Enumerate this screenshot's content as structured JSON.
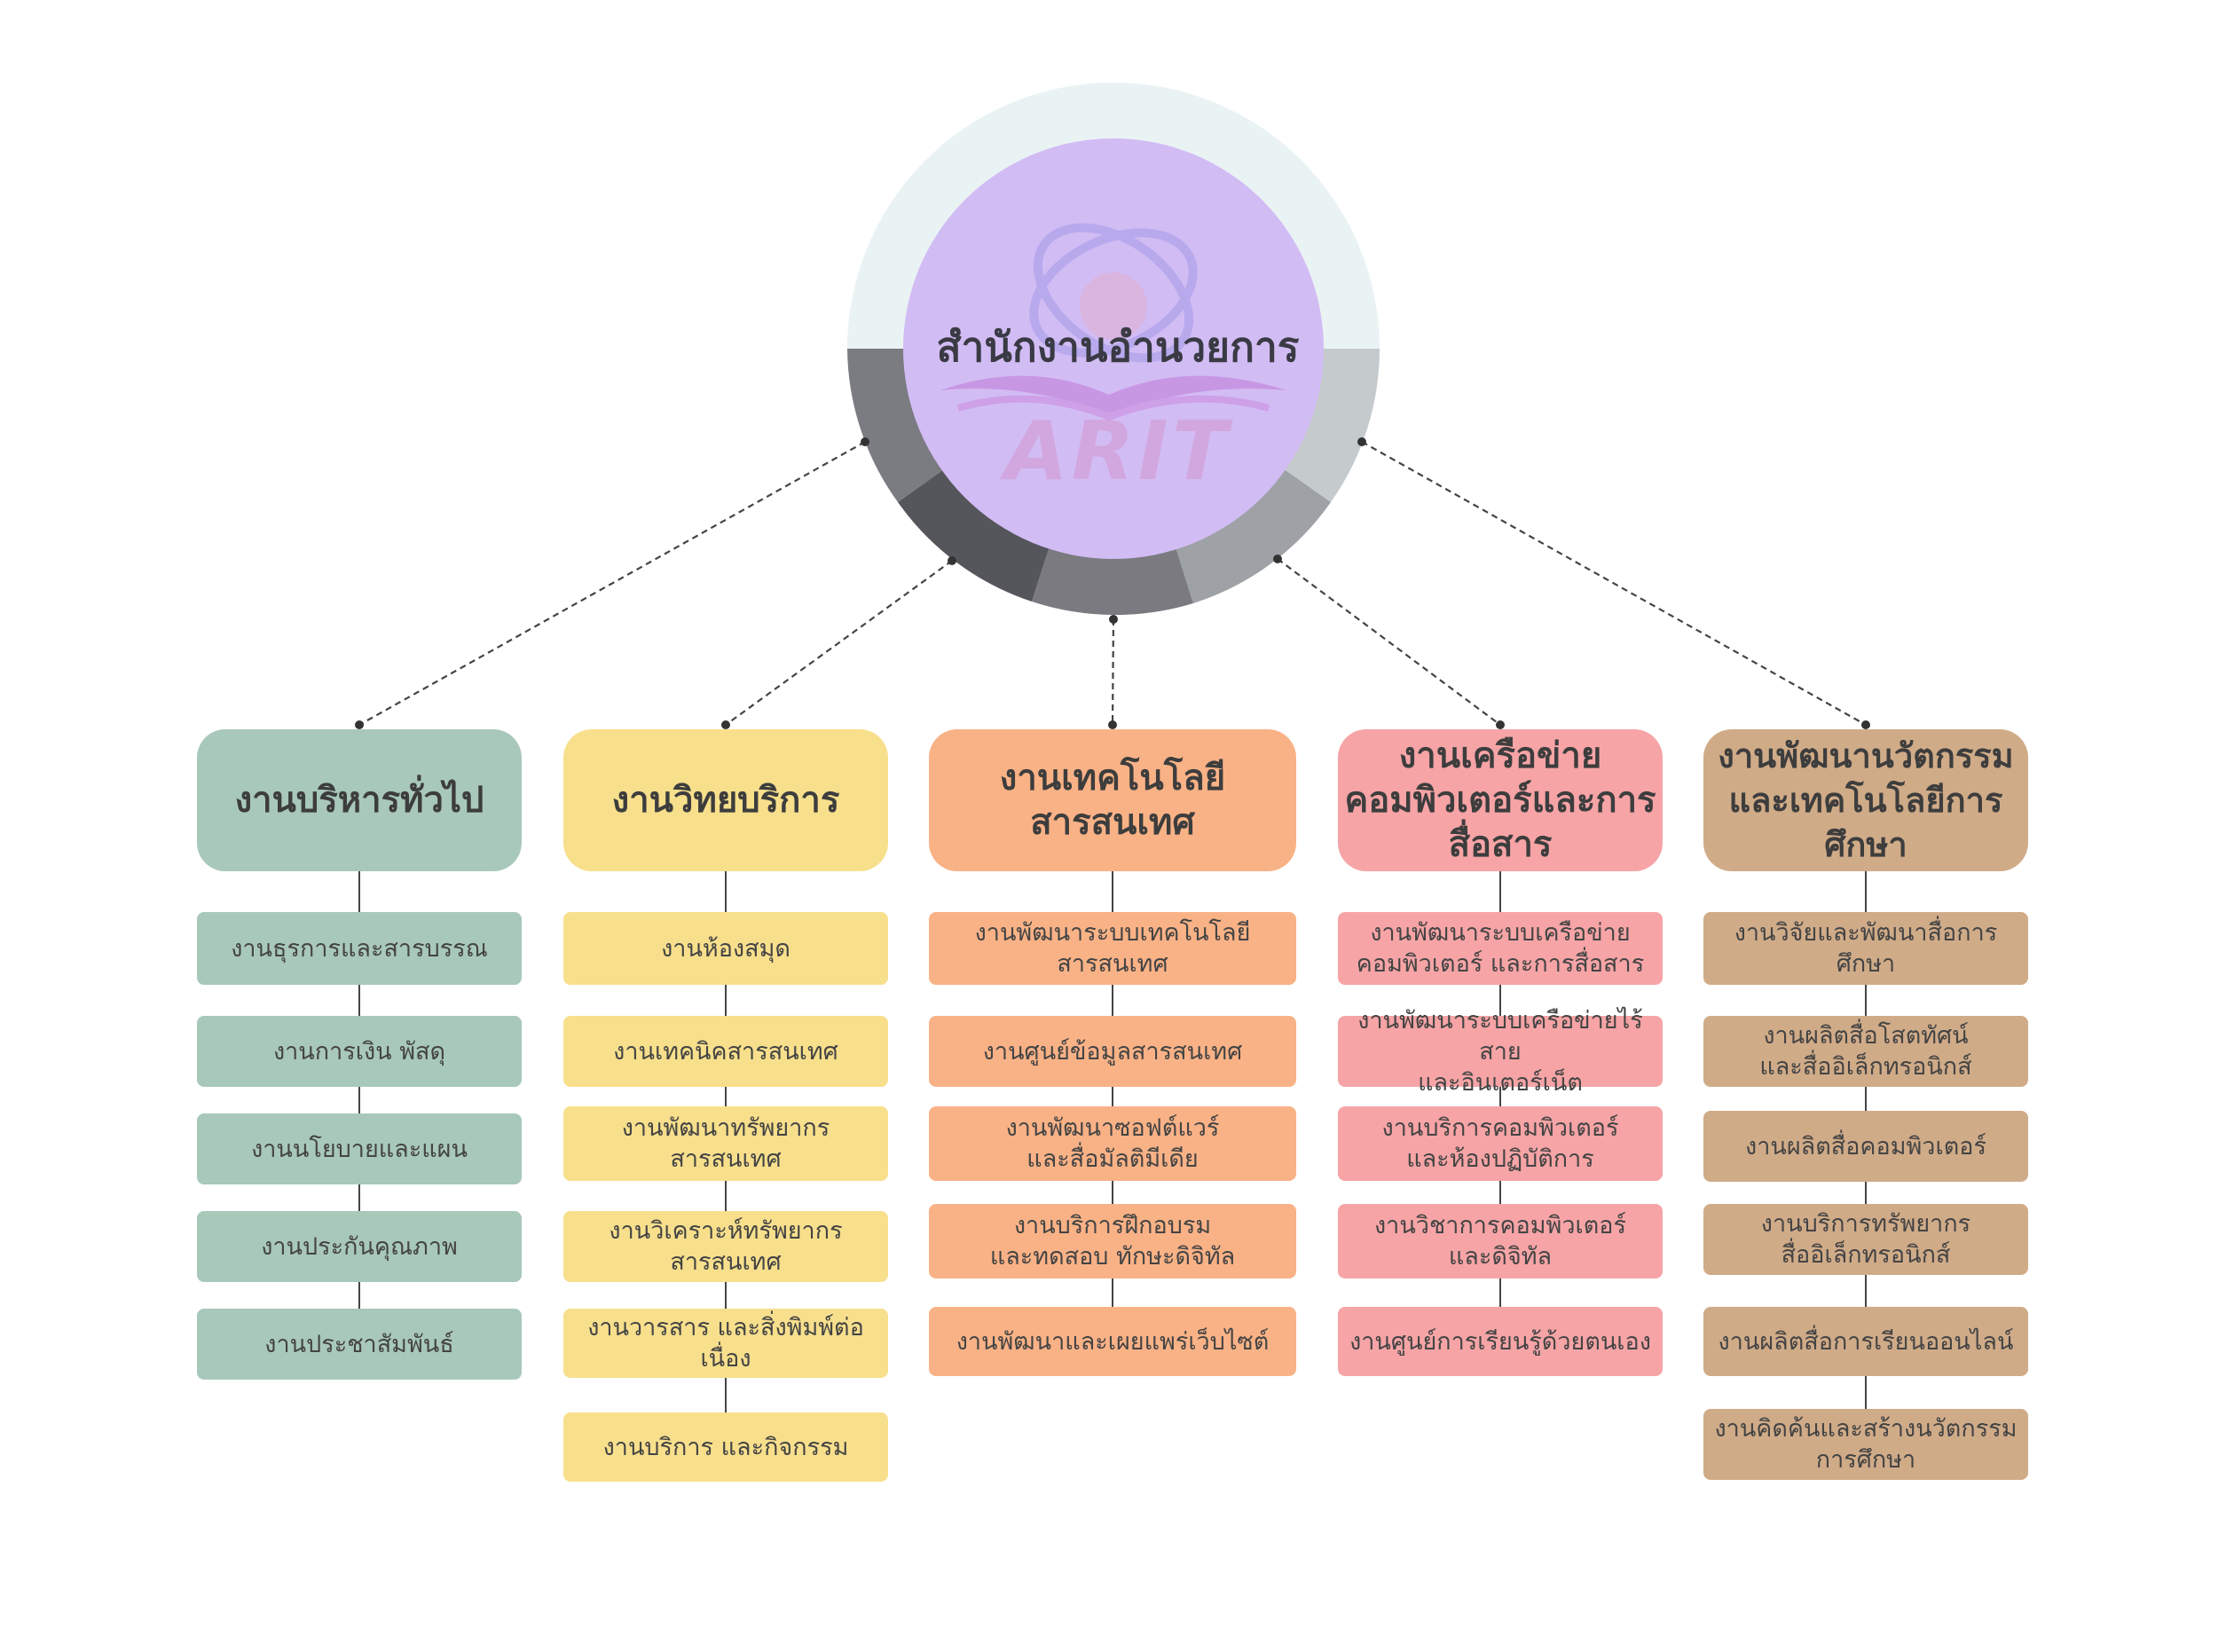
{
  "hub": {
    "title": "สำนักงานอำนวยการ",
    "logo_text": "ARIT"
  },
  "colors": {
    "green": "#a8c8ba",
    "yellow": "#f7df8c",
    "orange": "#f9b286",
    "pink": "#f6a4a6",
    "tan": "#d0ab88",
    "hub": "#d2bcf4"
  },
  "columns": [
    {
      "head": "งานบริหารทั่วไป",
      "items": [
        "งานธุรการและสารบรรณ",
        "งานการเงิน พัสดุ",
        "งานนโยบายและแผน",
        "งานประกันคุณภาพ",
        "งานประชาสัมพันธ์"
      ]
    },
    {
      "head": "งานวิทยบริการ",
      "items": [
        "งานห้องสมุด",
        "งานเทคนิคสารสนเทศ",
        "งานพัฒนาทรัพยากร\nสารสนเทศ",
        "งานวิเคราะห์ทรัพยากร\nสารสนเทศ",
        "งานวารสาร และสิ่งพิมพ์ต่อเนื่อง",
        "งานบริการ และกิจกรรม"
      ]
    },
    {
      "head": "งานเทคโนโลยี\nสารสนเทศ",
      "items": [
        "งานพัฒนาระบบเทคโนโลยี\nสารสนเทศ",
        "งานศูนย์ข้อมูลสารสนเทศ",
        "งานพัฒนาซอฟต์แวร์\nและสื่อมัลติมีเดีย",
        "งานบริการฝึกอบรม\nและทดสอบ ทักษะดิจิทัล",
        "งานพัฒนาและเผยแพร่เว็บไซต์"
      ]
    },
    {
      "head": "งานเครือข่าย\nคอมพิวเตอร์และการ\nสื่อสาร",
      "items": [
        "งานพัฒนาระบบเครือข่าย\nคอมพิวเตอร์ และการสื่อสาร",
        "งานพัฒนาระบบเครือข่ายไร้สาย\nและอินเตอร์เน็ต",
        "งานบริการคอมพิวเตอร์\nและห้องปฏิบัติการ",
        "งานวิชาการคอมพิวเตอร์\nและดิจิทัล",
        "งานศูนย์การเรียนรู้ด้วยตนเอง"
      ]
    },
    {
      "head": "งานพัฒนานวัตกรรม\nและเทคโนโลยีการ\nศึกษา",
      "items": [
        "งานวิจัยและพัฒนาสื่อการศึกษา",
        "งานผลิตสื่อโสตทัศน์\nและสื่ออิเล็กทรอนิกส์",
        "งานผลิตสื่อคอมพิวเตอร์",
        "งานบริการทรัพยากร\nสื่ออิเล็กทรอนิกส์",
        "งานผลิตสื่อการเรียนออนไลน์",
        "งานคิดค้นและสร้างนวัตกรรม\nการศึกษา"
      ]
    }
  ]
}
